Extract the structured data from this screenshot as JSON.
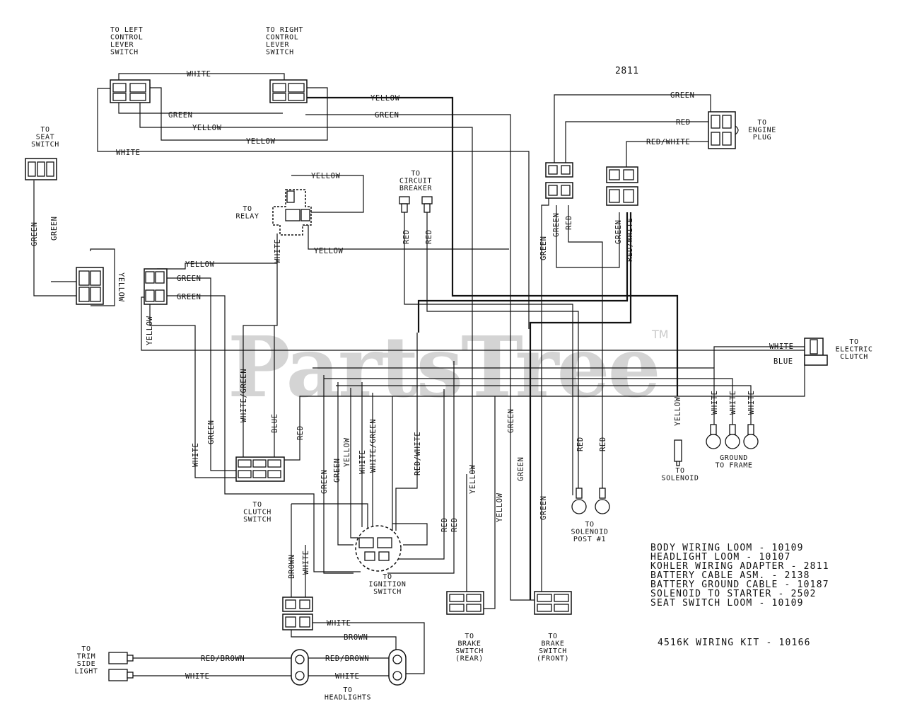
{
  "watermark": {
    "text": "PartsTree",
    "tm": "TM"
  },
  "code_top": "2811",
  "components": {
    "left_control_lever": "TO LEFT\nCONTROL\nLEVER\nSWITCH",
    "right_control_lever": "TO RIGHT\nCONTROL\nLEVER\nSWITCH",
    "seat_switch": "TO\nSEAT\nSWITCH",
    "relay": "TO\nRELAY",
    "circuit_breaker": "TO\nCIRCUIT\nBREAKER",
    "engine_plug": "TO\nENGINE\nPLUG",
    "electric_clutch": "TO\nELECTRIC\nCLUTCH",
    "solenoid": "TO\nSOLENOID",
    "ground_to_frame": "GROUND\nTO FRAME",
    "solenoid_post": "TO\nSOLENOID\nPOST #1",
    "clutch_switch": "TO\nCLUTCH\nSWITCH",
    "ignition_switch": "TO\nIGNITION\nSWITCH",
    "brake_rear": "TO\nBRAKE\nSWITCH\n(REAR)",
    "brake_front": "TO\nBRAKE\nSWITCH\n(FRONT)",
    "trim_side_light": "TO\nTRIM\nSIDE\nLIGHT",
    "headlights": "TO\nHEADLIGHTS"
  },
  "wires": {
    "white": "WHITE",
    "green": "GREEN",
    "yellow": "YELLOW",
    "red": "RED",
    "blue": "BLUE",
    "brown": "BROWN",
    "red_white": "RED/WHITE",
    "white_green": "WHITE/GREEN",
    "red_brown": "RED/BROWN"
  },
  "legend": [
    "BODY WIRING LOOM - 10109",
    "HEADLIGHT LOOM - 10107",
    "KOHLER WIRING ADAPTER - 2811",
    "BATTERY CABLE ASM. - 2138",
    "BATTERY GROUND CABLE - 10187",
    "SOLENOID TO STARTER - 2502",
    "SEAT SWITCH LOOM - 10109"
  ],
  "kit": "4516K WIRING KIT - 10166"
}
